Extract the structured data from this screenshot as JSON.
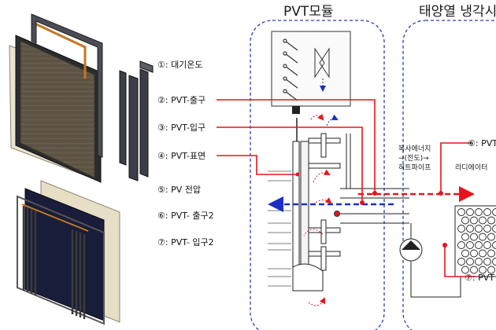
{
  "titles": {
    "pvt_module": "PVT모듈",
    "solar_cooling": "태양열 냉각시"
  },
  "sensors": [
    {
      "id": "1",
      "label": "①: 대기온도"
    },
    {
      "id": "2",
      "label": "②: PVT-출구"
    },
    {
      "id": "3",
      "label": "③: PVT-입구"
    },
    {
      "id": "4",
      "label": "④: PVT-표면"
    },
    {
      "id": "5",
      "label": "⑤: PV 전압"
    },
    {
      "id": "6",
      "label": "⑥: PVT- 출구2"
    },
    {
      "id": "7",
      "label": "⑦: PVT- 입구2"
    }
  ],
  "right_labels": {
    "sensor6": "⑥: PVT",
    "sensor7": "⑦: PVT",
    "radiator": "라디에이터",
    "heat_transfer_line1": "복사에너지",
    "heat_transfer_line2": "→(전도)→",
    "heat_transfer_line3": "히트파이프"
  },
  "colors": {
    "red": "#e8141c",
    "blue": "#1b2fc2",
    "dash_border": "#2a3fb0",
    "panel_dark": "#1a1d3a",
    "panel_wood": "#5a4f40"
  }
}
